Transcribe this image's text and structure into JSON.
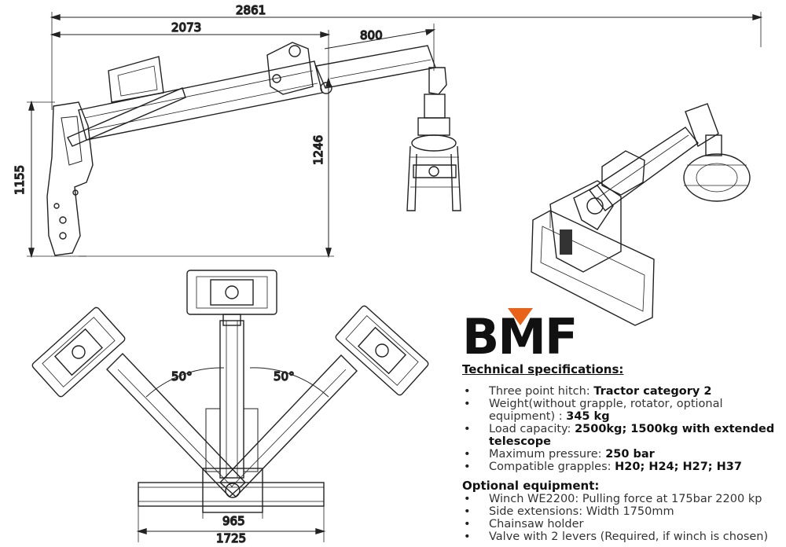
{
  "dimensions": {
    "total_length": "2861",
    "boom_length": "2073",
    "telescope": "800",
    "height_left": "1155",
    "height_right": "1246",
    "angle_left": "50°",
    "angle_right": "50°",
    "inner_width": "965",
    "outer_width": "1725"
  },
  "brand": {
    "logo_text": "BMF",
    "accent_color": "#e8621a"
  },
  "specs": {
    "title": "Technical specifications:",
    "items": [
      {
        "text": "Three point hitch: ",
        "bold": "Tractor category 2"
      },
      {
        "text": "Weight(without grapple, rotator, optional equipment) : ",
        "bold": "345 kg"
      },
      {
        "text": "Load capacity: ",
        "bold": "2500kg; 1500kg with extended telescope"
      },
      {
        "text": "Maximum pressure: ",
        "bold": "250 bar"
      },
      {
        "text": "Compatible grapples: ",
        "bold": "H20; H24; H27; H37"
      }
    ],
    "optional_title": "Optional equipment:",
    "optional_items": [
      "Winch WE2200: Pulling force at 175bar 2200 kp",
      "Side extensions: Width 1750mm",
      "Chainsaw holder",
      "Valve with 2 levers (Required, if winch is chosen)"
    ]
  }
}
